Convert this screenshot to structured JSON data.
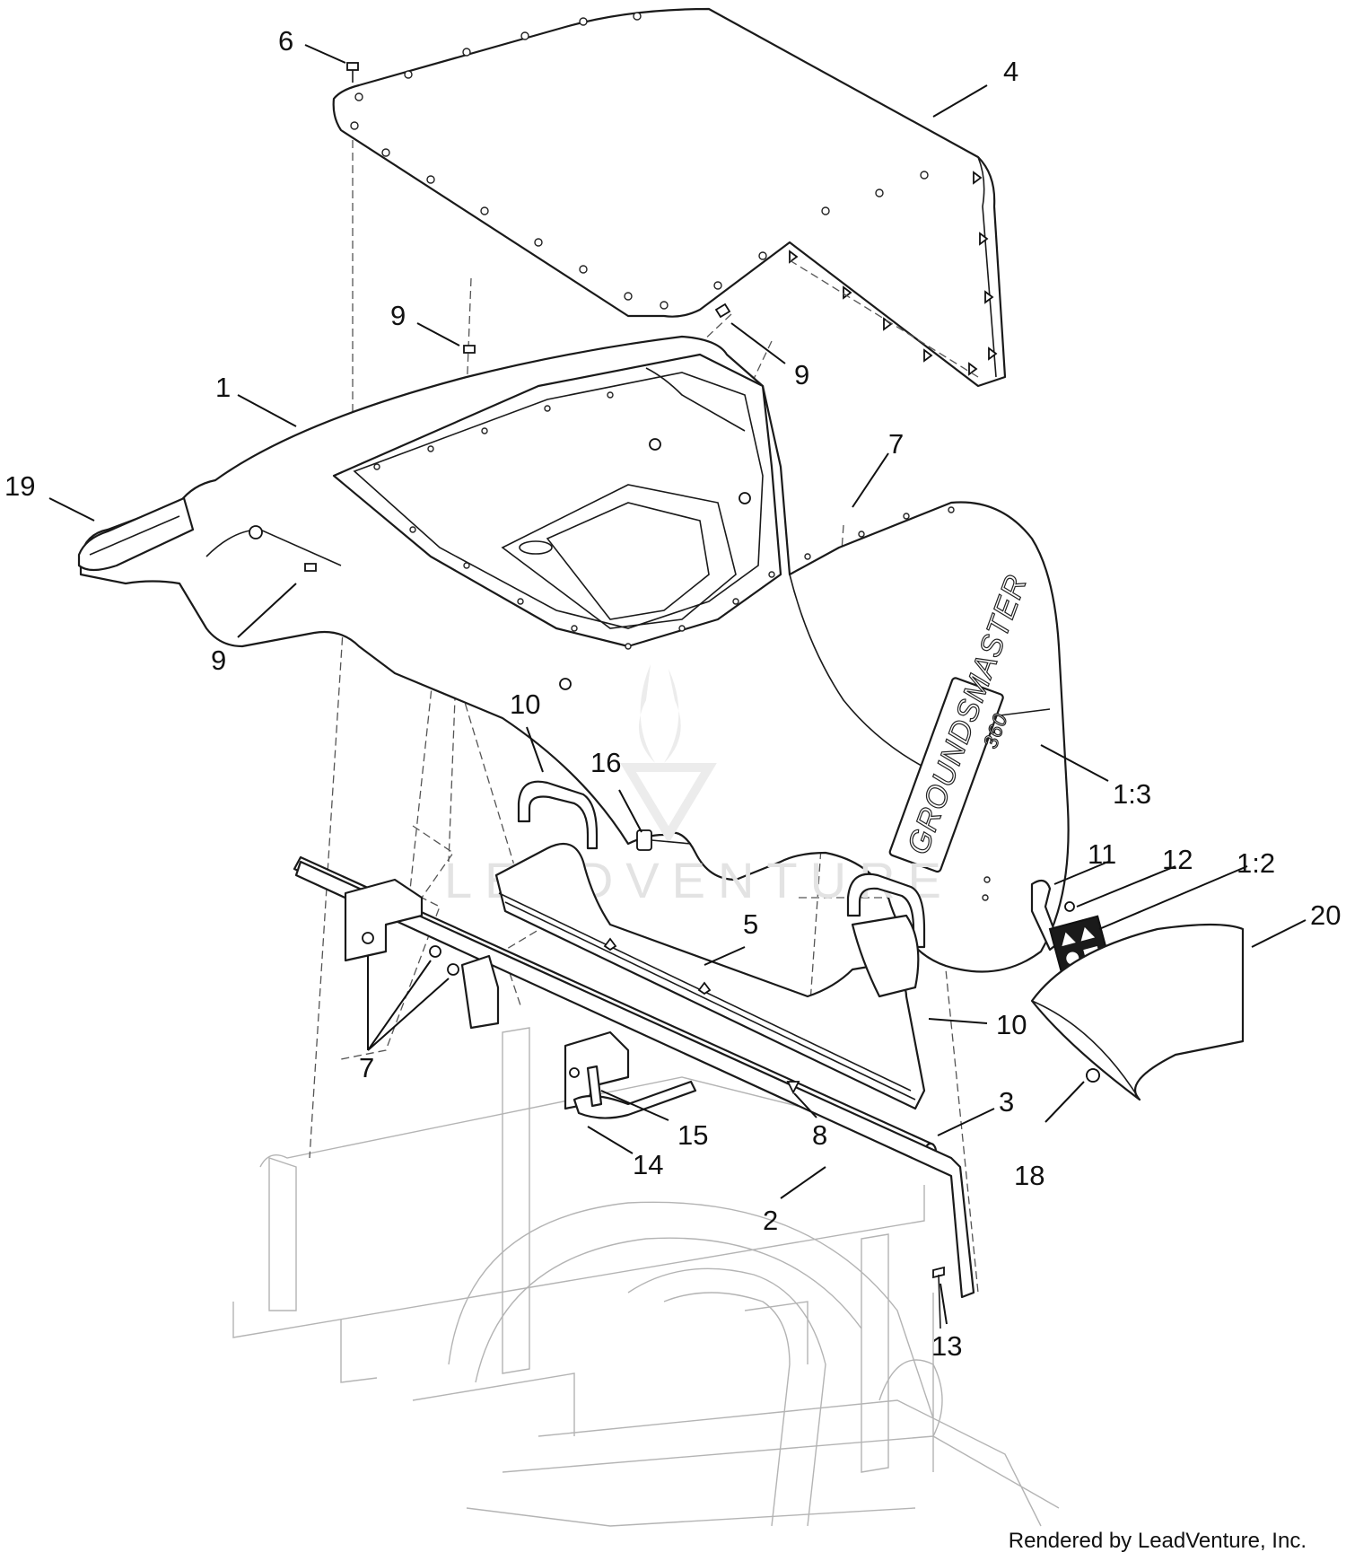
{
  "diagram": {
    "callouts": [
      {
        "id": "c6",
        "label": "6"
      },
      {
        "id": "c4",
        "label": "4"
      },
      {
        "id": "c9a",
        "label": "9"
      },
      {
        "id": "c9b",
        "label": "9"
      },
      {
        "id": "c1",
        "label": "1"
      },
      {
        "id": "c19",
        "label": "19"
      },
      {
        "id": "c7a",
        "label": "7"
      },
      {
        "id": "c9c",
        "label": "9"
      },
      {
        "id": "c10a",
        "label": "10"
      },
      {
        "id": "c16",
        "label": "16"
      },
      {
        "id": "c1_3",
        "label": "1:3"
      },
      {
        "id": "c11",
        "label": "11"
      },
      {
        "id": "c12",
        "label": "12"
      },
      {
        "id": "c1_2",
        "label": "1:2"
      },
      {
        "id": "c20",
        "label": "20"
      },
      {
        "id": "c5",
        "label": "5"
      },
      {
        "id": "c10b",
        "label": "10"
      },
      {
        "id": "c7b",
        "label": "7"
      },
      {
        "id": "c3",
        "label": "3"
      },
      {
        "id": "c15",
        "label": "15"
      },
      {
        "id": "c8",
        "label": "8"
      },
      {
        "id": "c14",
        "label": "14"
      },
      {
        "id": "c18",
        "label": "18"
      },
      {
        "id": "c2",
        "label": "2"
      },
      {
        "id": "c13",
        "label": "13"
      }
    ],
    "decal_text": "GROUNDSMASTER",
    "decal_model": "360",
    "watermark": "LEADVENTURE"
  },
  "footer": {
    "credit": "Rendered by LeadVenture, Inc."
  }
}
